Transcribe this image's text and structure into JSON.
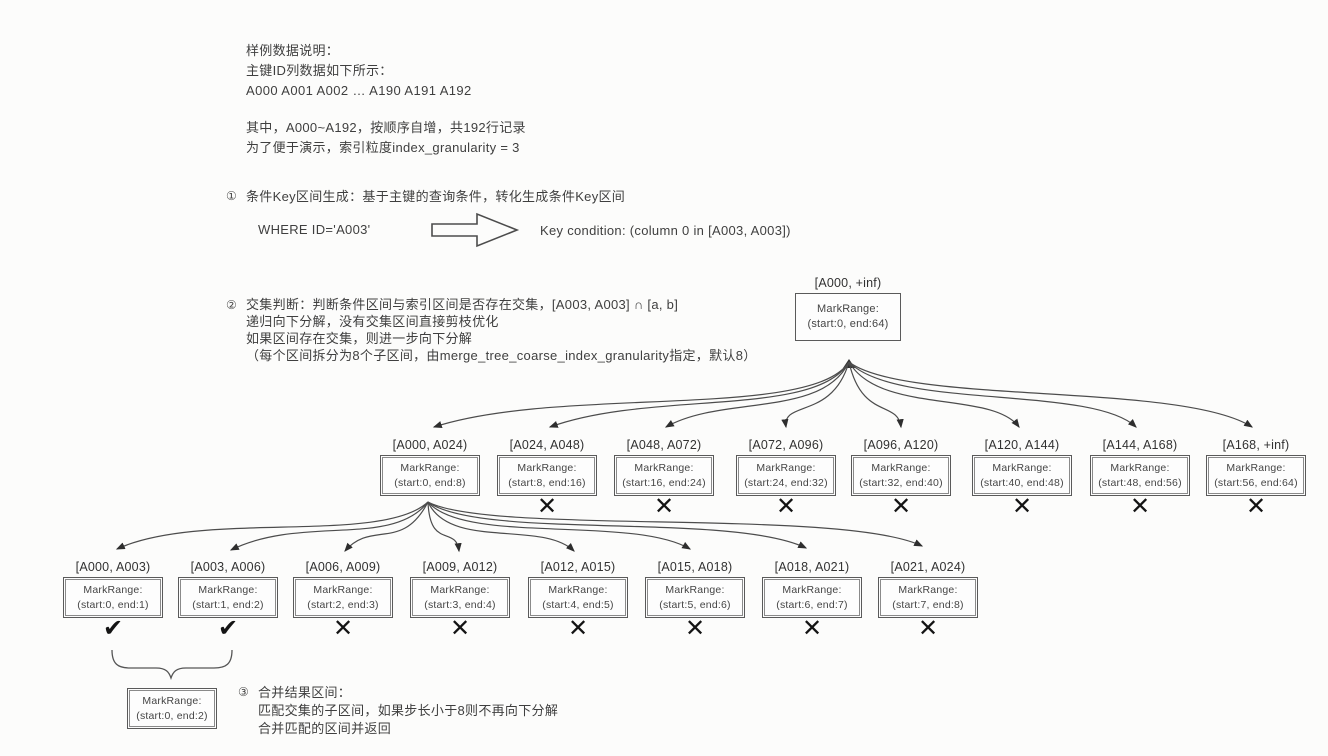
{
  "colors": {
    "background": "#fcfcfb",
    "ink": "#3a3a3a",
    "box_border": "#5a5a5a",
    "mark": "#141414"
  },
  "intro": {
    "line1": "样例数据说明：",
    "line2": "主键ID列数据如下所示：",
    "line3": "A000 A001 A002 … A190 A191 A192",
    "line4": "其中，A000~A192，按顺序自增，共192行记录",
    "line5": "为了便于演示，索引粒度index_granularity = 3"
  },
  "step1": {
    "marker": "①",
    "title": "条件Key区间生成：基于主键的查询条件，转化生成条件Key区间",
    "where_clause": "WHERE ID='A003'",
    "key_condition": "Key condition: (column 0 in [A003, A003])"
  },
  "step2": {
    "marker": "②",
    "line1": "交集判断：判断条件区间与索引区间是否存在交集，[A003, A003] ∩ [a, b]",
    "line2": "递归向下分解，没有交集区间直接剪枝优化",
    "line3": "如果区间存在交集，则进一步向下分解",
    "line4": "（每个区间拆分为8个子区间，由merge_tree_coarse_index_granularity指定，默认8）"
  },
  "step3": {
    "marker": "③",
    "line1": "合并结果区间：",
    "line2": "匹配交集的子区间，如果步长小于8则不再向下分解",
    "line3": "合并匹配的区间并返回"
  },
  "tree": {
    "root": {
      "label": "[A000, +inf)",
      "box1": "MarkRange:",
      "box2": "(start:0, end:64)"
    },
    "level2": [
      {
        "label": "[A000, A024)",
        "box1": "MarkRange:",
        "box2": "(start:0, end:8)",
        "mark": ""
      },
      {
        "label": "[A024, A048)",
        "box1": "MarkRange:",
        "box2": "(start:8, end:16)",
        "mark": "✕"
      },
      {
        "label": "[A048, A072)",
        "box1": "MarkRange:",
        "box2": "(start:16, end:24)",
        "mark": "✕"
      },
      {
        "label": "[A072, A096)",
        "box1": "MarkRange:",
        "box2": "(start:24, end:32)",
        "mark": "✕"
      },
      {
        "label": "[A096, A120)",
        "box1": "MarkRange:",
        "box2": "(start:32, end:40)",
        "mark": "✕"
      },
      {
        "label": "[A120, A144)",
        "box1": "MarkRange:",
        "box2": "(start:40, end:48)",
        "mark": "✕"
      },
      {
        "label": "[A144, A168)",
        "box1": "MarkRange:",
        "box2": "(start:48, end:56)",
        "mark": "✕"
      },
      {
        "label": "[A168, +inf)",
        "box1": "MarkRange:",
        "box2": "(start:56, end:64)",
        "mark": "✕"
      }
    ],
    "level3": [
      {
        "label": "[A000, A003)",
        "box1": "MarkRange:",
        "box2": "(start:0, end:1)",
        "mark": "✔"
      },
      {
        "label": "[A003, A006)",
        "box1": "MarkRange:",
        "box2": "(start:1, end:2)",
        "mark": "✔"
      },
      {
        "label": "[A006, A009)",
        "box1": "MarkRange:",
        "box2": "(start:2, end:3)",
        "mark": "✕"
      },
      {
        "label": "[A009, A012)",
        "box1": "MarkRange:",
        "box2": "(start:3, end:4)",
        "mark": "✕"
      },
      {
        "label": "[A012, A015)",
        "box1": "MarkRange:",
        "box2": "(start:4, end:5)",
        "mark": "✕"
      },
      {
        "label": "[A015, A018)",
        "box1": "MarkRange:",
        "box2": "(start:5, end:6)",
        "mark": "✕"
      },
      {
        "label": "[A018, A021)",
        "box1": "MarkRange:",
        "box2": "(start:6, end:7)",
        "mark": "✕"
      },
      {
        "label": "[A021, A024)",
        "box1": "MarkRange:",
        "box2": "(start:7, end:8)",
        "mark": "✕"
      }
    ],
    "merged": {
      "box1": "MarkRange:",
      "box2": "(start:0, end:2)"
    }
  }
}
